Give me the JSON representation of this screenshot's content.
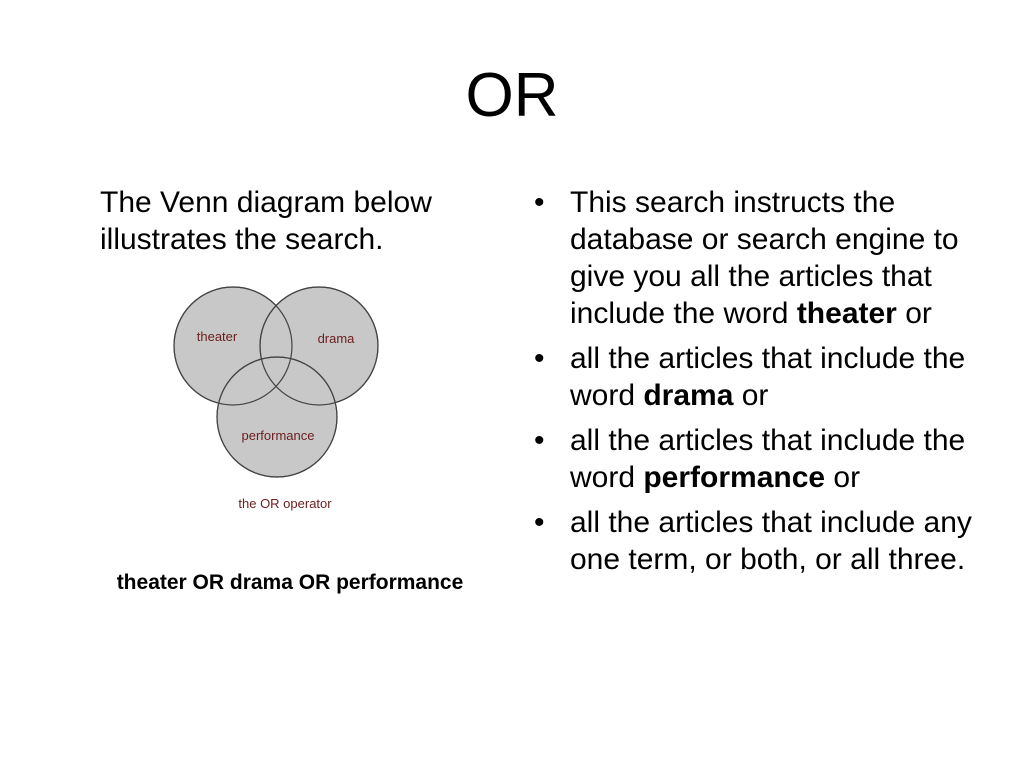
{
  "slide": {
    "title": "OR",
    "intro": "The Venn diagram below illustrates the search.",
    "caption": "theater OR drama OR performance"
  },
  "venn": {
    "labels": {
      "a": "theater",
      "b": "drama",
      "c": "performance",
      "operator": "the OR operator"
    },
    "fill_color": "#c8c8c8",
    "stroke_color": "#444444",
    "label_color": "#6b1d1d"
  },
  "bullets": [
    {
      "symbol": "•",
      "pre": "This search instructs the database or search engine to give you all the articles that include the word ",
      "term": "theater",
      "post": " or"
    },
    {
      "symbol": "•",
      "pre": "all the articles that include the word ",
      "term": "drama",
      "post": " or"
    },
    {
      "symbol": "•",
      "pre": "all the articles that include the word ",
      "term": "performance",
      "post": " or"
    },
    {
      "symbol": "•",
      "pre": "all the articles that include any one term, or both, or all three.",
      "term": "",
      "post": ""
    }
  ]
}
